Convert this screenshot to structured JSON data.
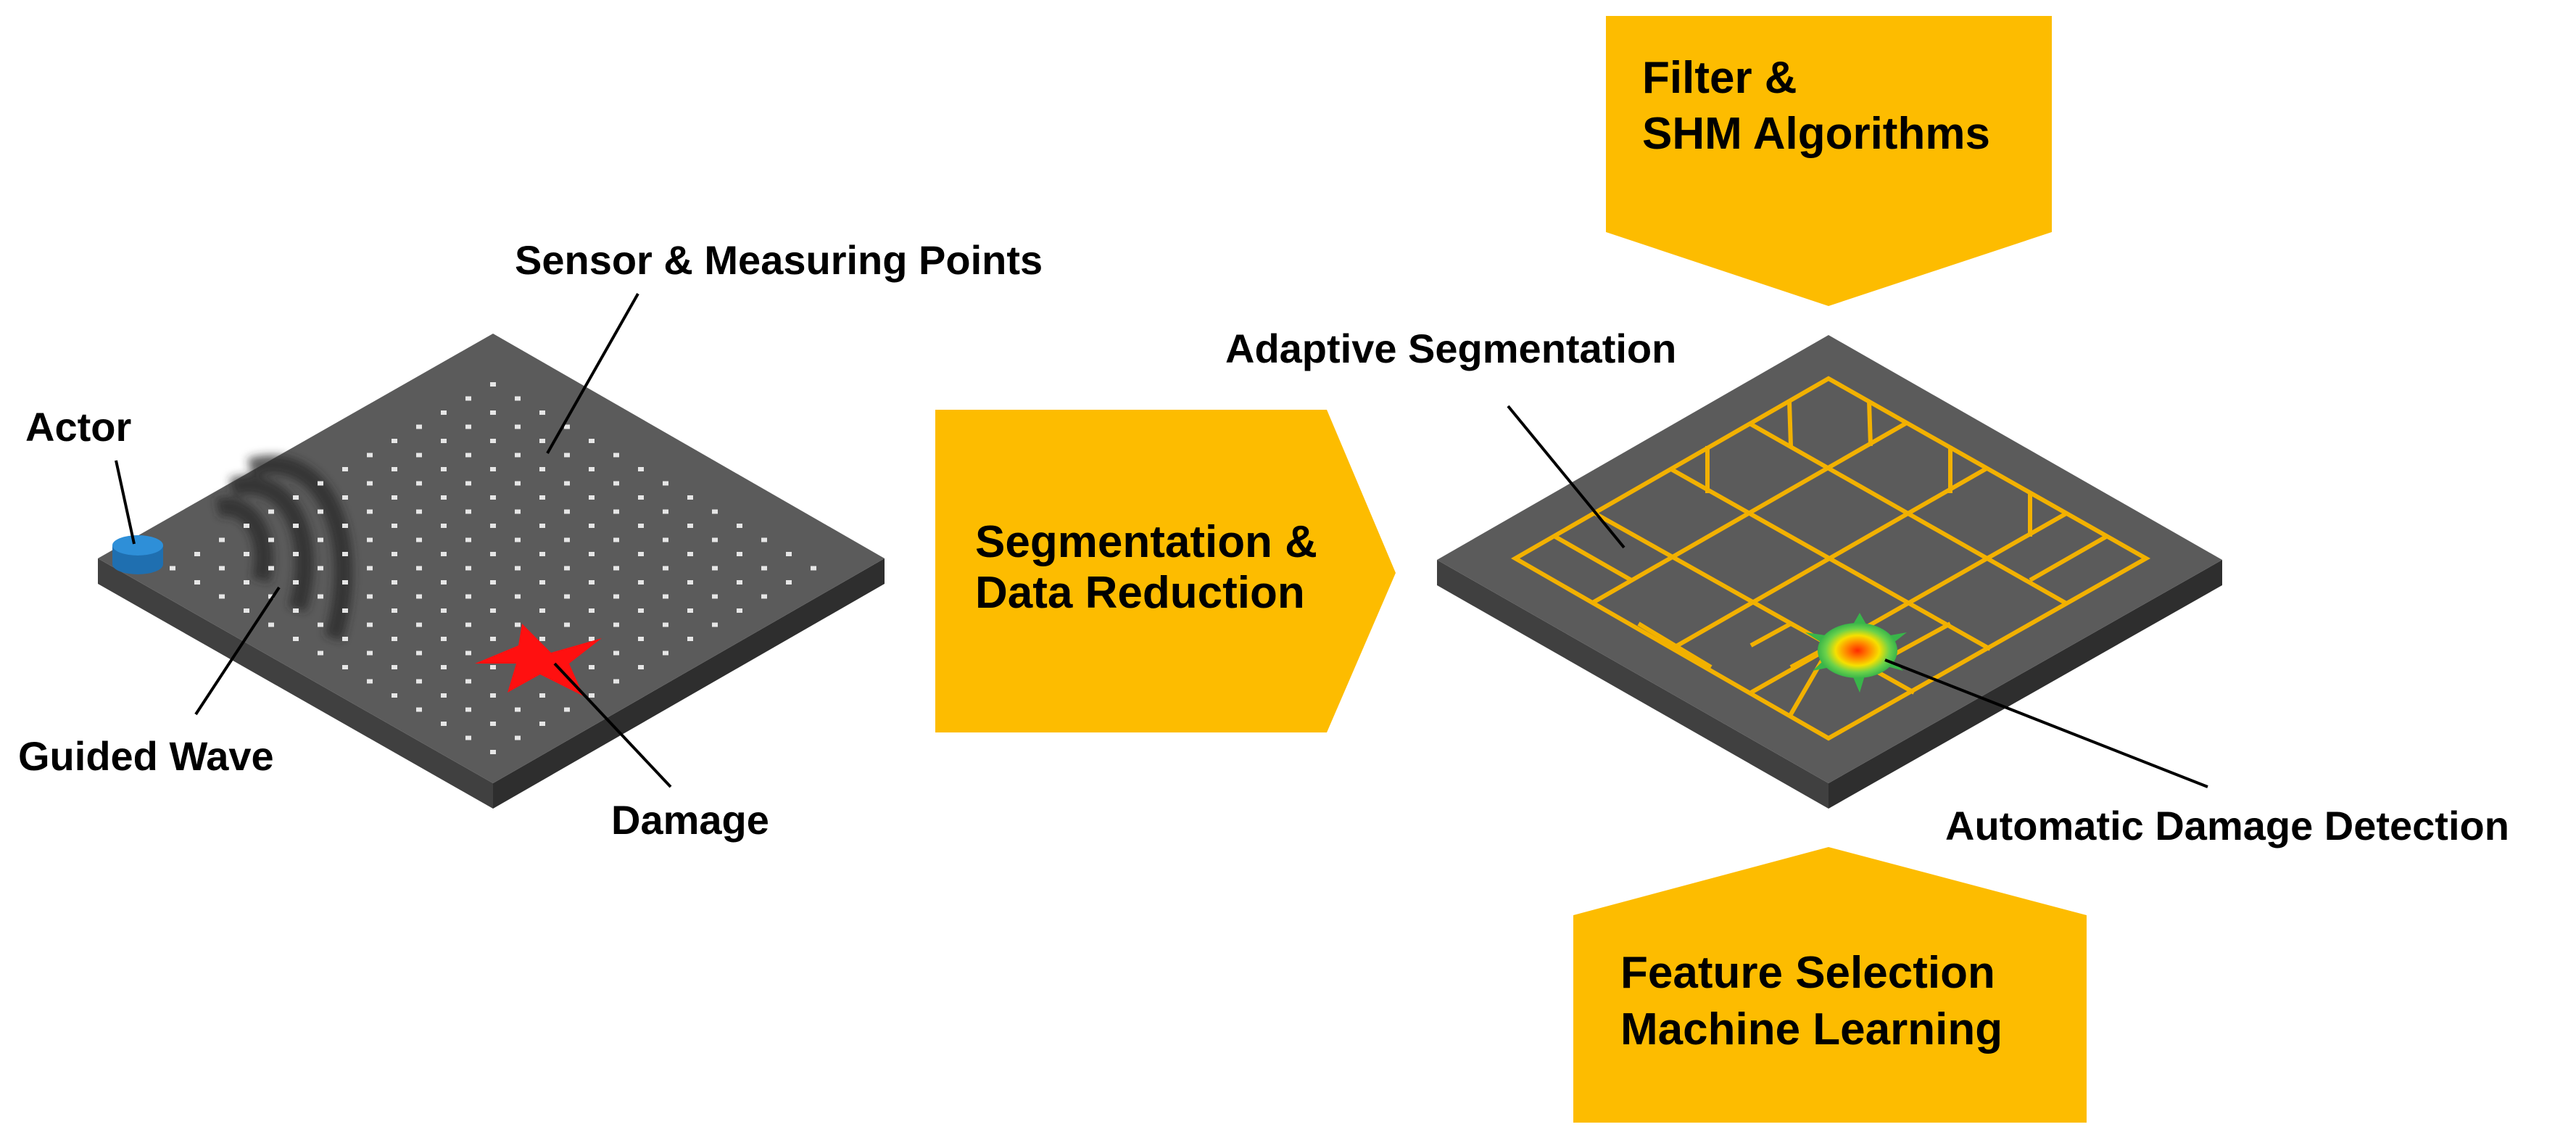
{
  "labels": {
    "sensor_points": "Sensor & Measuring Points",
    "actor": "Actor",
    "guided_wave": "Guided Wave",
    "damage": "Damage",
    "adaptive_segmentation": "Adaptive Segmentation",
    "automatic_damage_detection": "Automatic Damage Detection"
  },
  "arrows": {
    "segmentation": {
      "line1": "Segmentation &",
      "line2": "Data Reduction"
    },
    "filter": {
      "line1": "Filter &",
      "line2": "SHM Algorithms"
    },
    "feature": {
      "line1": "Feature Selection",
      "line2": "Machine Learning"
    }
  },
  "colors": {
    "plate_top": "#5a5a5a",
    "plate_side_left": "#3f3f3f",
    "plate_side_right": "#2f2f2f",
    "arrow_fill": "#FDBC00",
    "grid_line": "#F2B100",
    "damage": "#FF1010",
    "actor": "#2E8FD8"
  }
}
